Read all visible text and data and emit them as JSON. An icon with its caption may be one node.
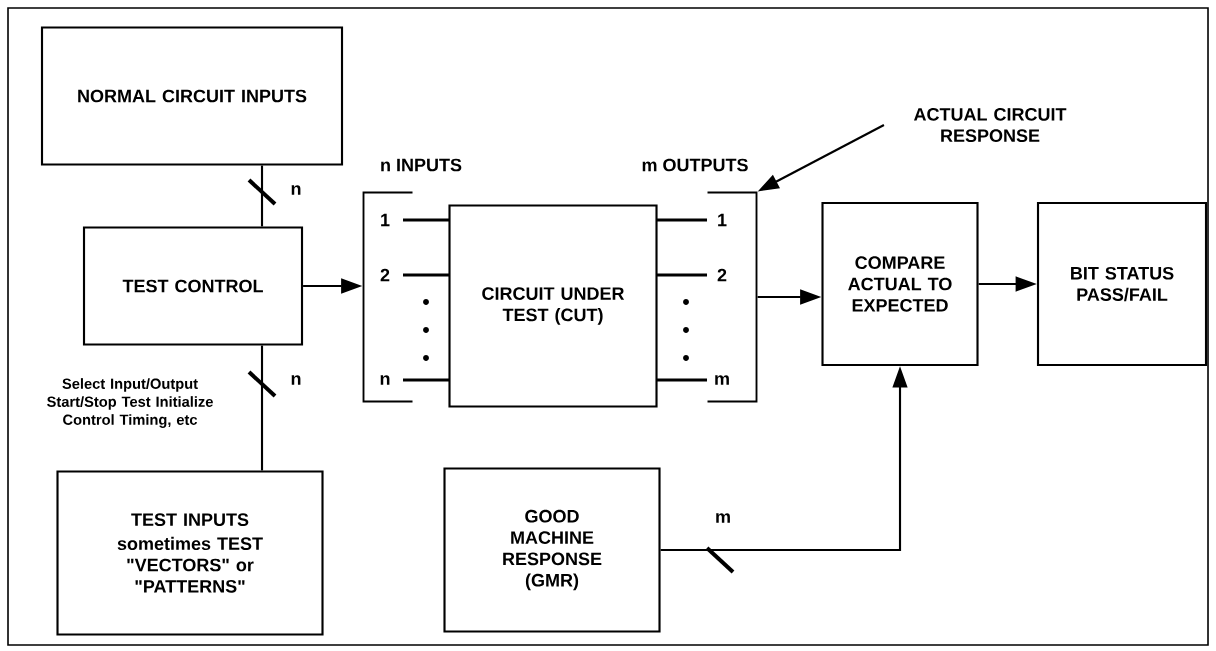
{
  "diagram": {
    "nodes": [
      {
        "text": [
          "NORMAL CIRCUIT INPUTS"
        ]
      },
      {
        "text": [
          "TEST CONTROL"
        ]
      },
      {
        "text": [
          "TEST INPUTS",
          "sometimes TEST \"VECTORS\" or \"PATTERNS\""
        ]
      },
      {
        "text": [
          "n INPUTS",
          "1",
          "2",
          "n"
        ]
      },
      {
        "text": [
          "m OUTPUTS",
          "1",
          "2",
          "m"
        ]
      },
      {
        "text": [
          "CIRCUIT UNDER TEST (CUT)"
        ]
      },
      {
        "text": [
          "COMPARE ACTUAL TO EXPECTED"
        ]
      },
      {
        "text": [
          "BIT STATUS PASS/FAIL"
        ]
      },
      {
        "text": [
          "GOOD MACHINE RESPONSE (GMR)"
        ]
      },
      {
        "text": [
          "ACTUAL CIRCUIT RESPONSE"
        ]
      }
    ],
    "edges": [
      {
        "from": 0,
        "to": 1,
        "arrow": "none",
        "label": "n"
      },
      {
        "from": 1,
        "to": 2,
        "arrow": "none",
        "label": "n"
      },
      {
        "from": 1,
        "to": 3,
        "arrow": "to"
      },
      {
        "from": 4,
        "to": 6,
        "arrow": "to"
      },
      {
        "from": 6,
        "to": 7,
        "arrow": "to"
      },
      {
        "from": 8,
        "to": 6,
        "arrow": "to",
        "label": "m"
      },
      {
        "from": 9,
        "to": 4,
        "arrow": "to"
      }
    ],
    "labels": [
      "Select Input/Output Start/Stop Test Initialize Control Timing, etc"
    ]
  }
}
